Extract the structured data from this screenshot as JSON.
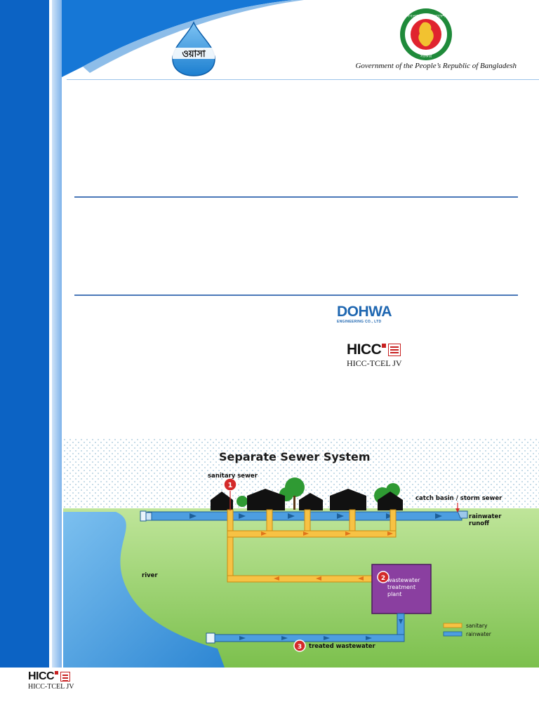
{
  "header": {
    "wasa_logo_text": "ওয়াসা",
    "emblem_ring_text": "গণপ্রজাতন্ত্রী বাংলাদেশ",
    "emblem_bottom_text": "সরকার",
    "government_caption": "Government of the People’s Republic of Bangladesh"
  },
  "partners": {
    "dohwa_name": "DOHWA",
    "dohwa_sub": "ENGINEERING CO., LTD",
    "hicc_name": "HICC",
    "hicc_jv": "HICC-TCEL JV"
  },
  "diagram": {
    "title": "Separate Sewer System",
    "labels": {
      "sanitary_sewer": "sanitary sewer",
      "catch_basin": "catch basin / storm sewer",
      "rainwater_runoff_1": "rainwater",
      "rainwater_runoff_2": "runoff",
      "river": "river",
      "plant_1": "wastewater",
      "plant_2": "treatment",
      "plant_3": "plant",
      "treated": "treated wastewater"
    },
    "markers": [
      "1",
      "2",
      "3"
    ],
    "legend": [
      {
        "label": "sanitary",
        "color": "#f7c244"
      },
      {
        "label": "rainwater",
        "color": "#4d9ee0"
      }
    ]
  },
  "footer": {
    "hicc_name": "HICC",
    "hicc_jv": "HICC-TCEL JV"
  },
  "colors": {
    "brand_blue": "#0c63c4",
    "rule_blue": "#4a78b8",
    "sanitary": "#f7c244",
    "rainwater": "#4d9ee0",
    "plant": "#8a3fa0",
    "marker_red": "#d42a2a"
  }
}
